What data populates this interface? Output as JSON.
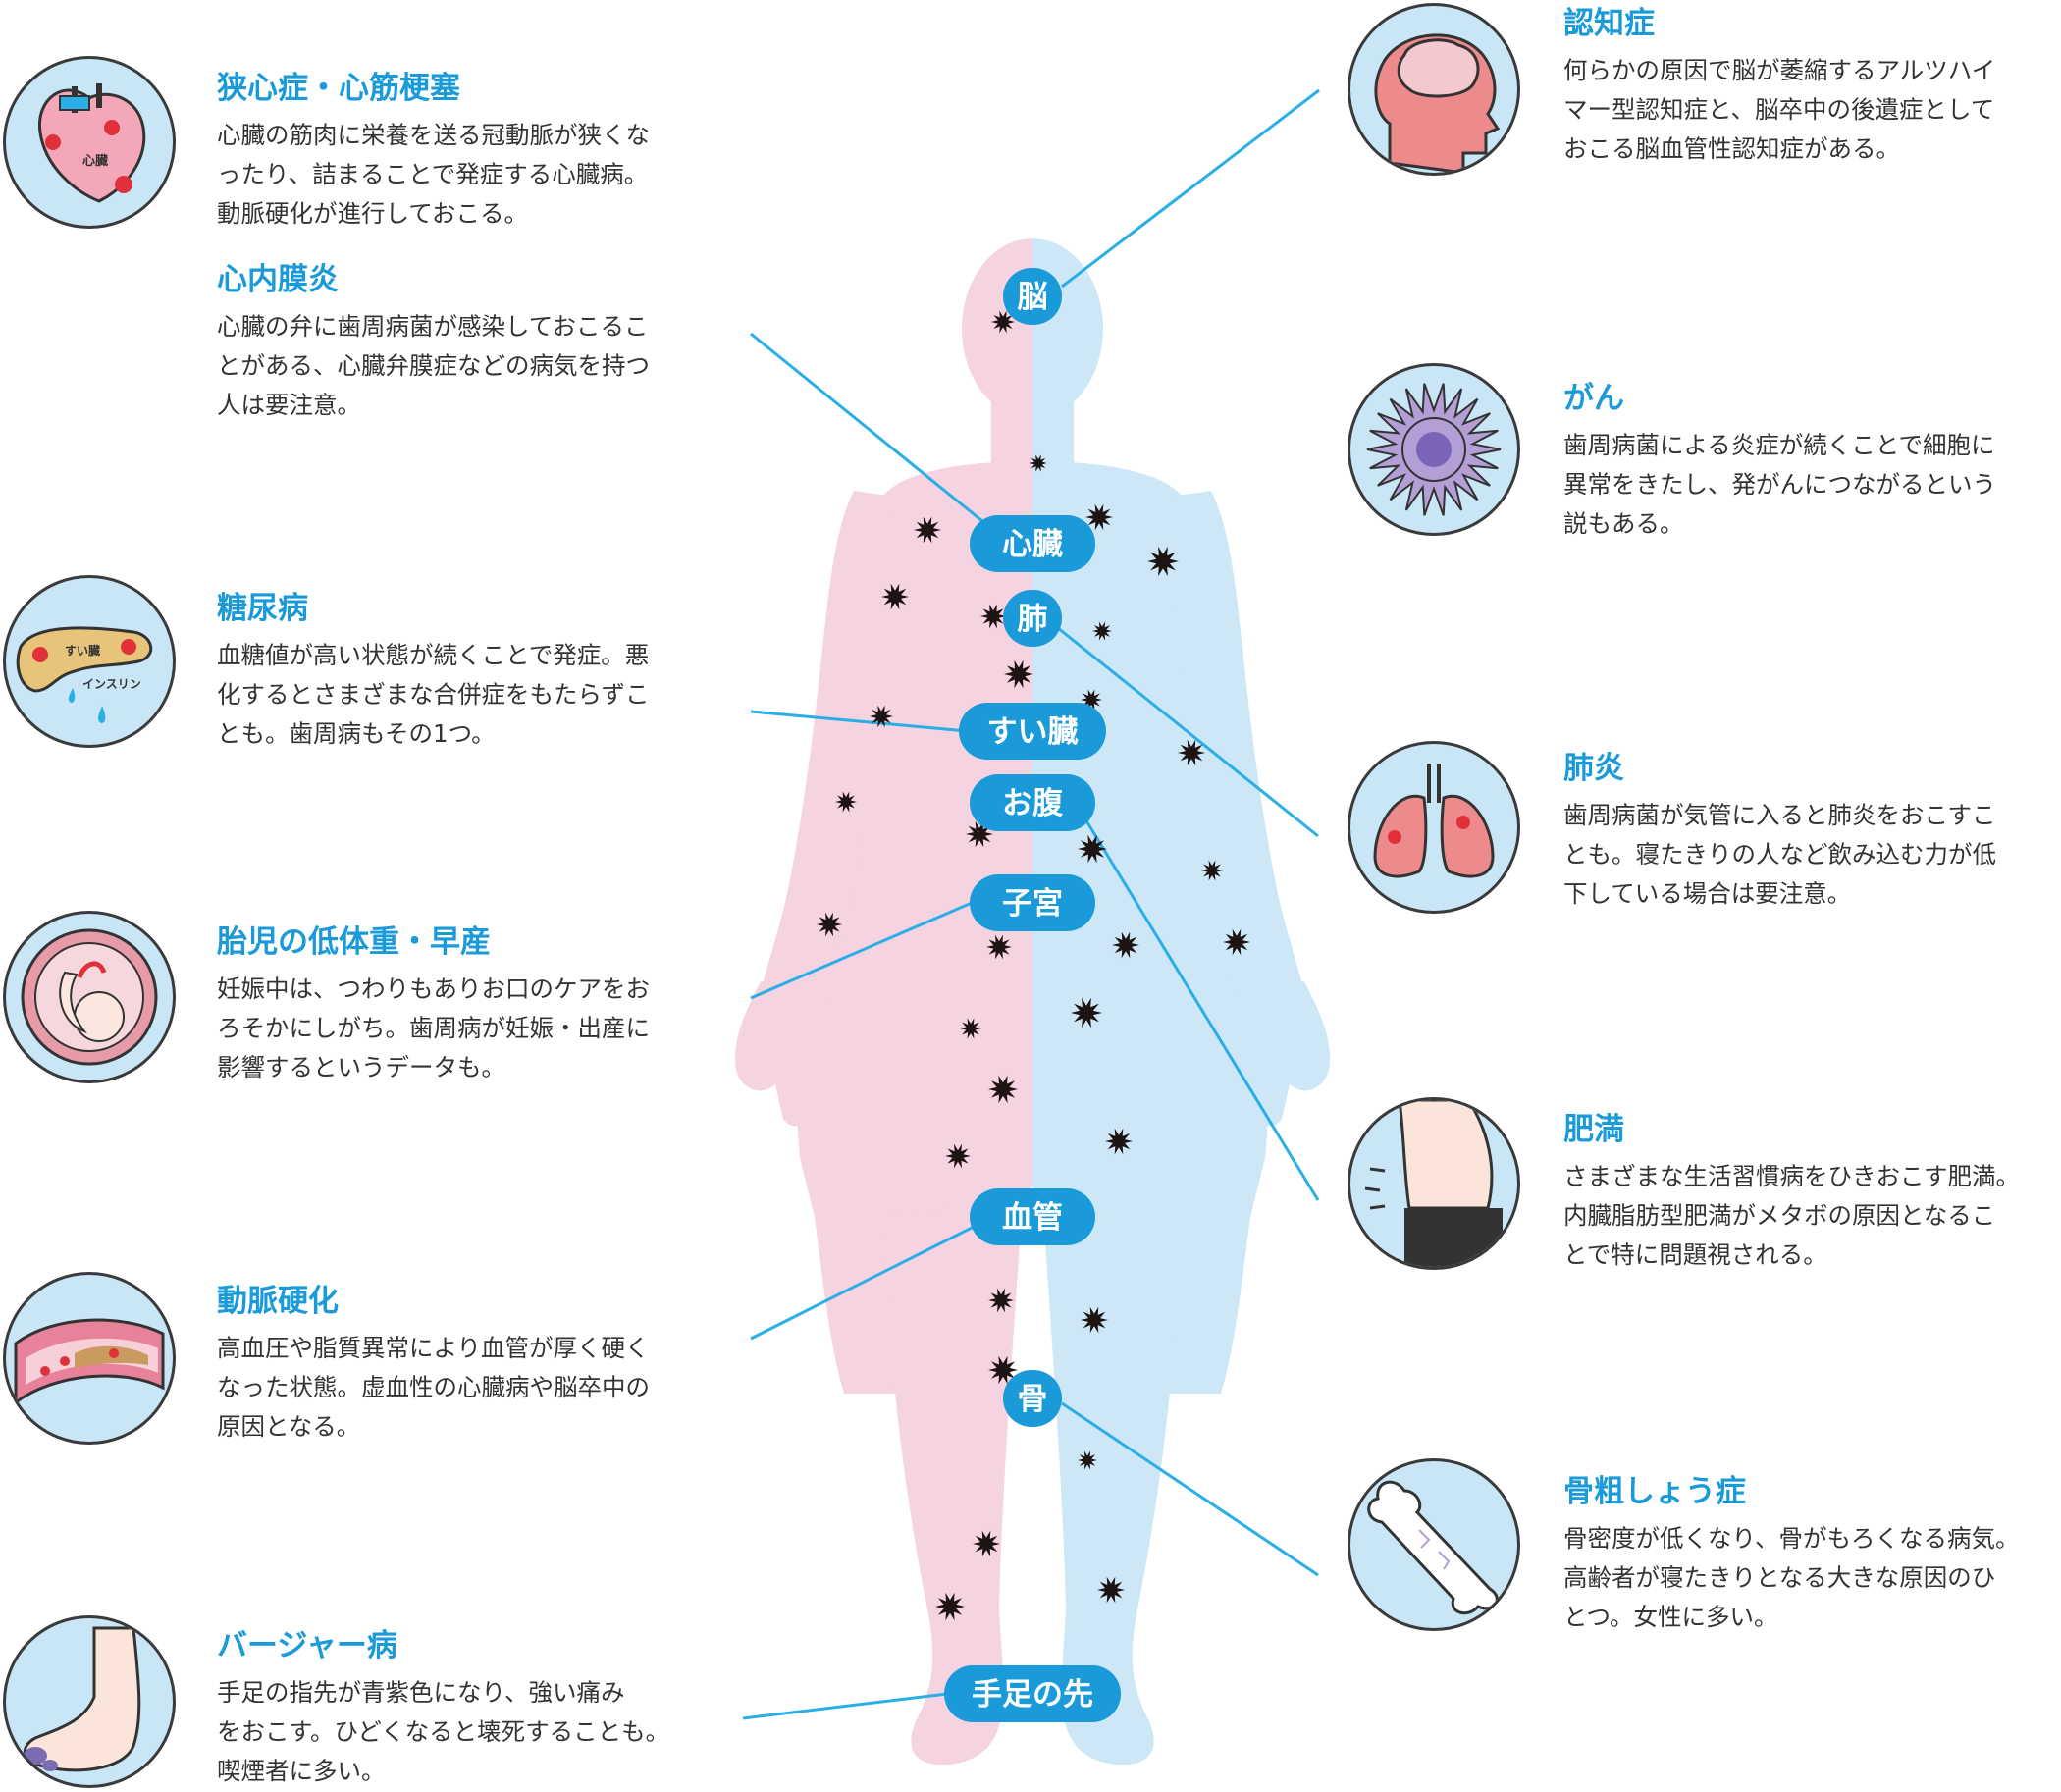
{
  "colors": {
    "accent": "#1a9ad8",
    "line": "#29aee6",
    "body_left": "#f6d3e1",
    "body_right": "#cde7f7",
    "icon_bg": "#c9e6f6",
    "germ": "#1e1414"
  },
  "organ_labels": [
    "脳",
    "心臓",
    "肺",
    "すい臓",
    "お腹",
    "子宮",
    "血管",
    "骨",
    "手足の先"
  ],
  "diseases": [
    {
      "icon": "heart-icon",
      "icon_text": "心臓",
      "title": "狭心症・心筋梗塞",
      "lines": [
        "心臓の筋肉に栄養を送る冠動脈が狭くな",
        "ったり、詰まることで発症する心臓病。",
        "動脈硬化が進行しておこる。"
      ]
    },
    {
      "icon": "",
      "icon_text": "",
      "title": "心内膜炎",
      "lines": [
        "心臓の弁に歯周病菌が感染しておこるこ",
        "とがある、心臓弁膜症などの病気を持つ",
        "人は要注意。"
      ]
    },
    {
      "icon": "pancreas-icon",
      "icon_text": "すい臓",
      "icon_text2": "インスリン",
      "title": "糖尿病",
      "lines": [
        "血糖値が高い状態が続くことで発症。悪",
        "化するとさまざまな合併症をもたらずこ",
        "とも。歯周病もその1つ。"
      ]
    },
    {
      "icon": "fetus-icon",
      "icon_text": "",
      "title": "胎児の低体重・早産",
      "lines": [
        "妊娠中は、つわりもありお口のケアをお",
        "ろそかにしがち。歯周病が妊娠・出産に",
        "影響するというデータも。"
      ]
    },
    {
      "icon": "artery-icon",
      "icon_text": "",
      "title": "動脈硬化",
      "lines": [
        "高血圧や脂質異常により血管が厚く硬く",
        "なった状態。虚血性の心臓病や脳卒中の",
        "原因となる。"
      ]
    },
    {
      "icon": "foot-icon",
      "icon_text": "",
      "title": "バージャー病",
      "lines": [
        "手足の指先が青紫色になり、強い痛み",
        "をおこす。ひどくなると壊死することも。",
        "喫煙者に多い。"
      ]
    },
    {
      "icon": "brain-icon",
      "icon_text": "",
      "title": "認知症",
      "lines": [
        "何らかの原因で脳が萎縮するアルツハイ",
        "マー型認知症と、脳卒中の後遺症として",
        "おこる脳血管性認知症がある。"
      ]
    },
    {
      "icon": "cancer-cell-icon",
      "icon_text": "",
      "title": "がん",
      "lines": [
        "歯周病菌による炎症が続くことで細胞に",
        "異常をきたし、発がんにつながるという",
        "説もある。"
      ]
    },
    {
      "icon": "lungs-icon",
      "icon_text": "",
      "title": "肺炎",
      "lines": [
        "歯周病菌が気管に入ると肺炎をおこすこ",
        "とも。寝たきりの人など飲み込む力が低",
        "下している場合は要注意。"
      ]
    },
    {
      "icon": "belly-icon",
      "icon_text": "",
      "title": "肥満",
      "lines": [
        "さまざまな生活習慣病をひきおこす肥満。",
        "内臓脂肪型肥満がメタボの原因となるこ",
        "とで特に問題視される。"
      ]
    },
    {
      "icon": "bone-icon",
      "icon_text": "",
      "title": "骨粗しょう症",
      "lines": [
        "骨密度が低くなり、骨がもろくなる病気。",
        "高齢者が寝たきりとなる大きな原因のひ",
        "とつ。女性に多い。"
      ]
    }
  ]
}
